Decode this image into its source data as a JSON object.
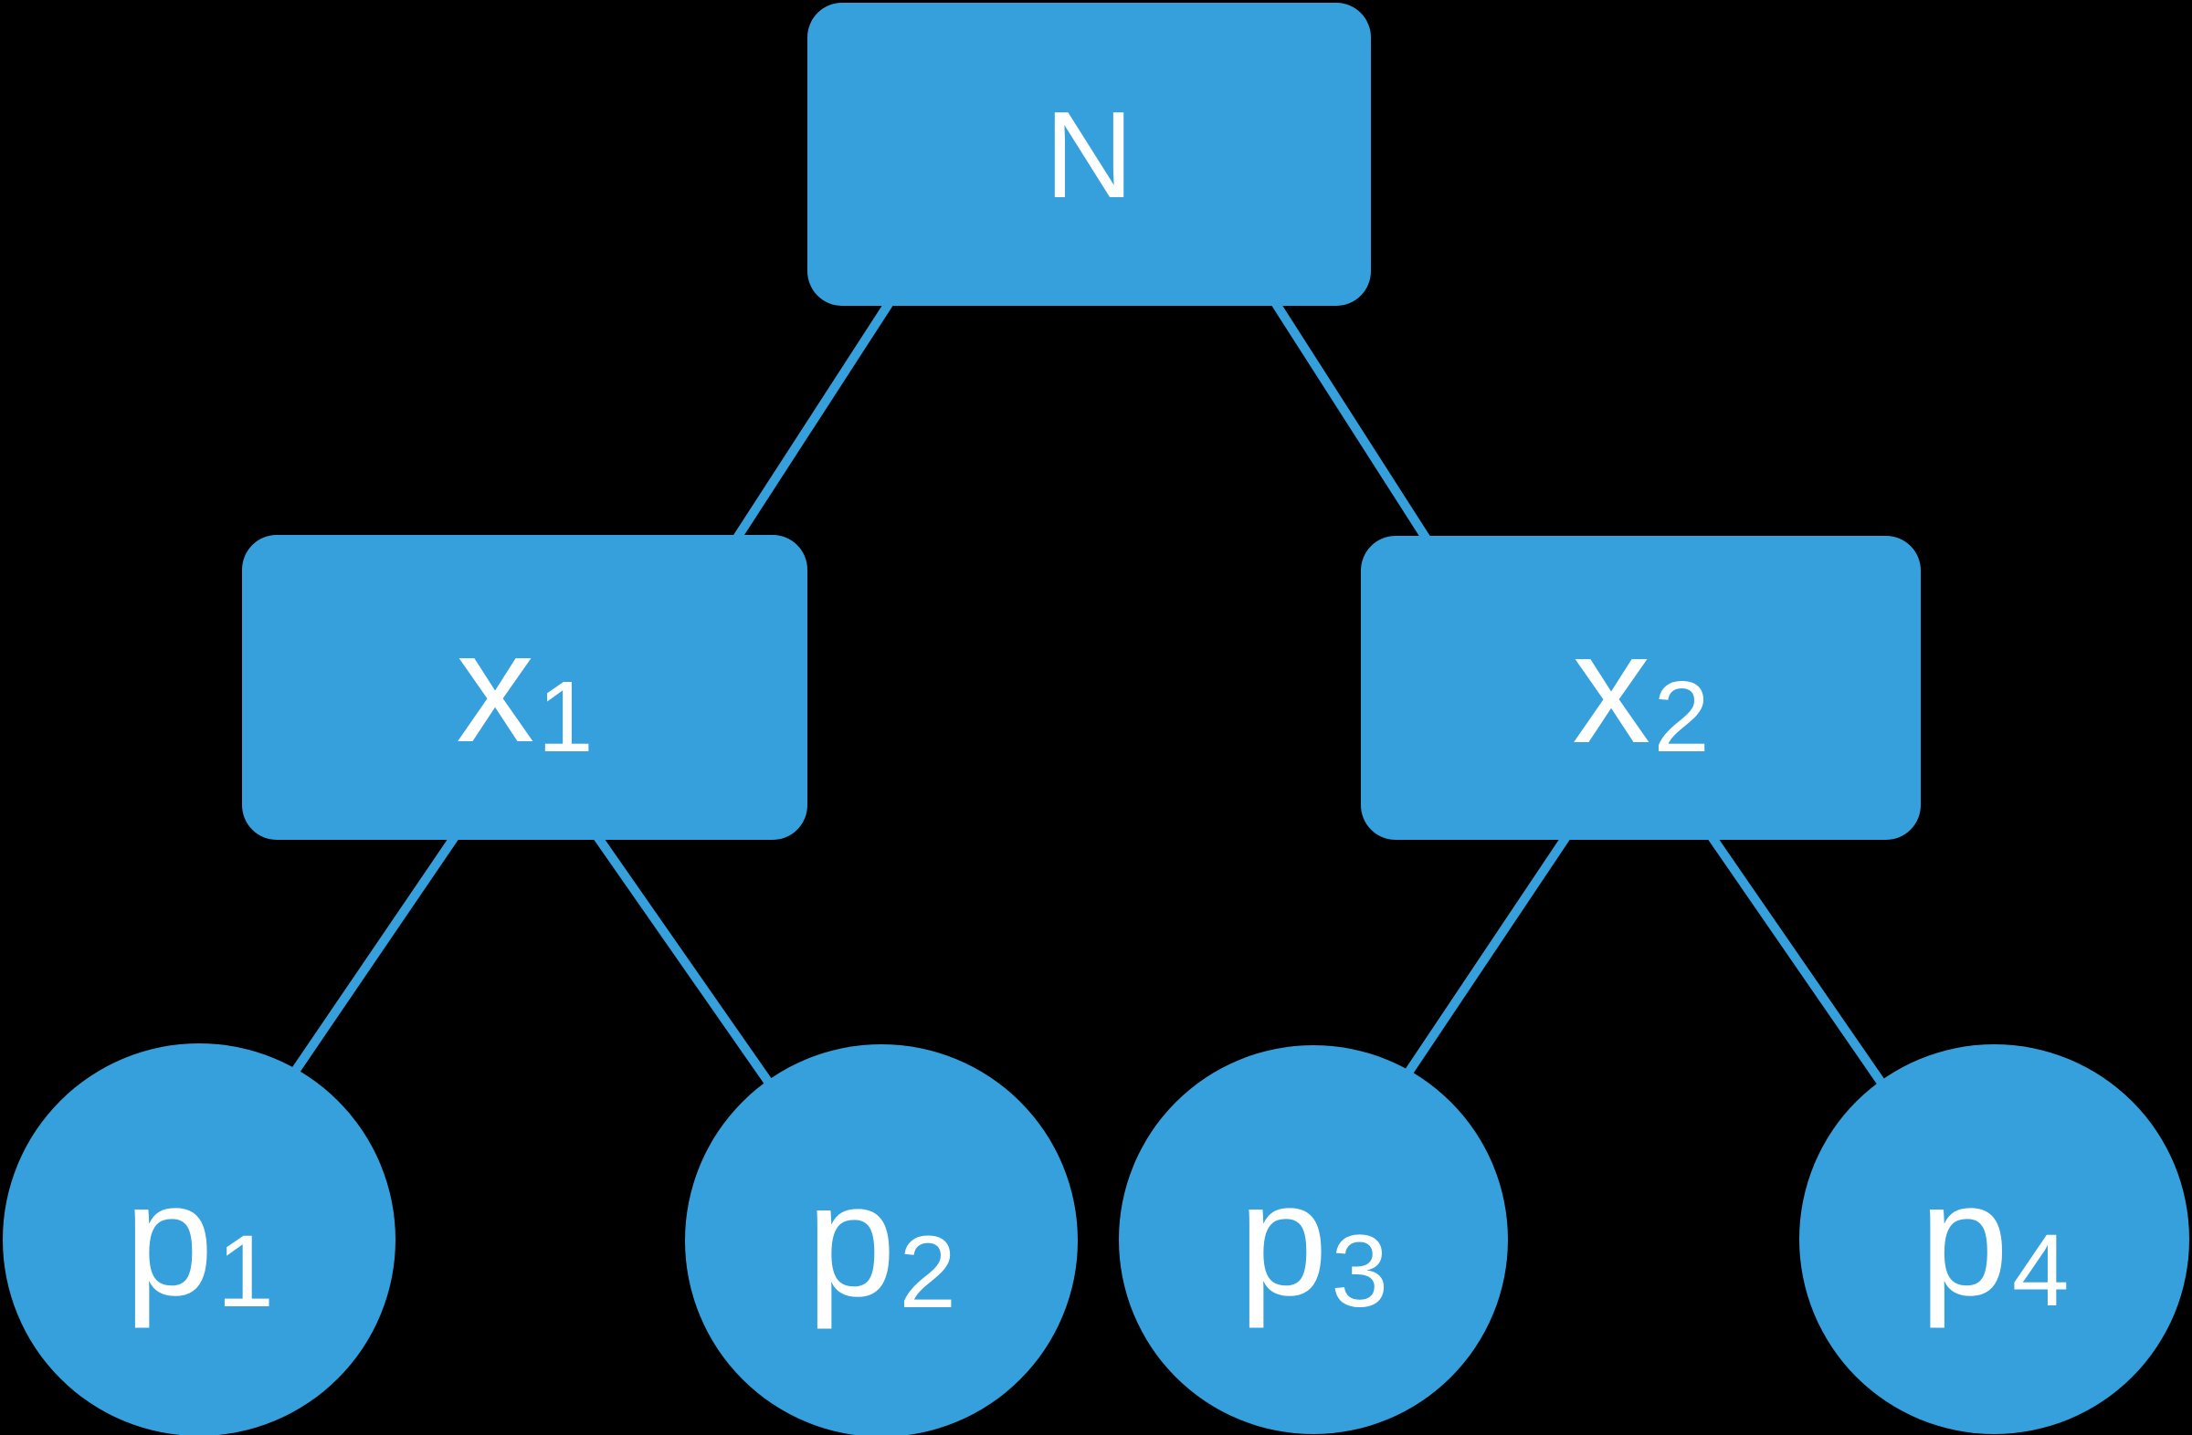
{
  "colors": {
    "background": "#000000",
    "node_fill": "#35A0DB",
    "edge": "#35A0DB",
    "label": "#FFFFFF"
  },
  "nodes": {
    "root": {
      "label": "N",
      "sub": ""
    },
    "x1": {
      "label": "x",
      "sub": "1"
    },
    "x2": {
      "label": "x",
      "sub": "2"
    },
    "p1": {
      "label": "p",
      "sub": "1"
    },
    "p2": {
      "label": "p",
      "sub": "2"
    },
    "p3": {
      "label": "p",
      "sub": "3"
    },
    "p4": {
      "label": "p",
      "sub": "4"
    }
  },
  "edges": [
    {
      "from": "N",
      "to": "x1"
    },
    {
      "from": "N",
      "to": "x2"
    },
    {
      "from": "x1",
      "to": "p1"
    },
    {
      "from": "x1",
      "to": "p2"
    },
    {
      "from": "x2",
      "to": "p3"
    },
    {
      "from": "x2",
      "to": "p4"
    }
  ]
}
